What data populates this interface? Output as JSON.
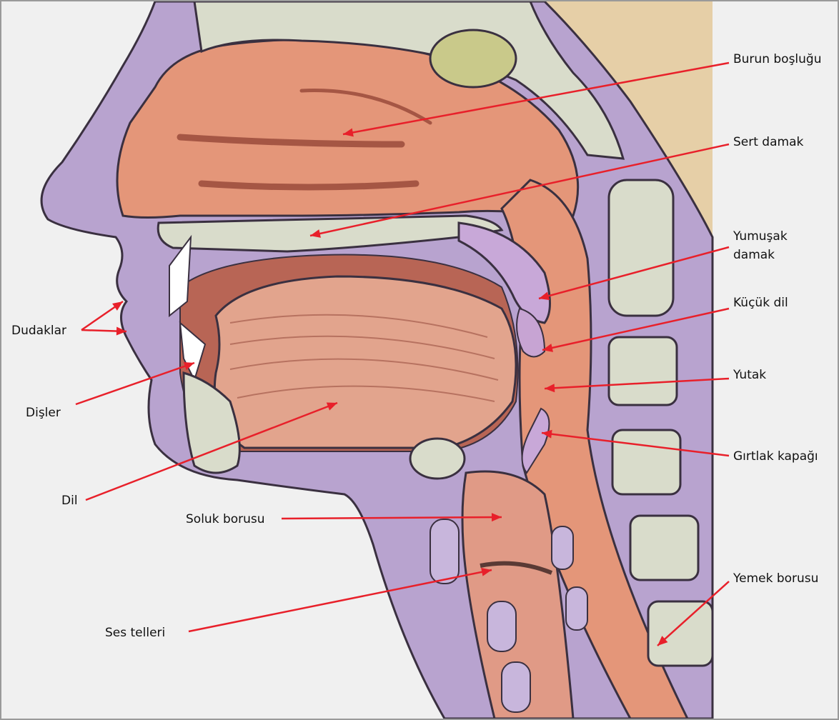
{
  "colors": {
    "arrow": "#e8202a",
    "tissue_purple": "#b8a3cf",
    "tissue_purple_dark": "#9c86bb",
    "flesh": "#e49679",
    "flesh_dark": "#c97058",
    "bone": "#d9dccb",
    "tongue": "#e2a48d",
    "background": "#f0f0f0"
  },
  "labels": {
    "burun_boslugu": "Burun boşluğu",
    "sert_damak": "Sert damak",
    "yumusak_damak_1": "Yumuşak",
    "yumusak_damak_2": "damak",
    "kucuk_dil": "Küçük dil",
    "yutak": "Yutak",
    "girtlak_kapagi": "Gırtlak kapağı",
    "yemek_borusu": "Yemek borusu",
    "dudaklar": "Dudaklar",
    "disler": "Dişler",
    "dil": "Dil",
    "soluk_borusu": "Soluk borusu",
    "ses_telleri": "Ses telleri"
  }
}
